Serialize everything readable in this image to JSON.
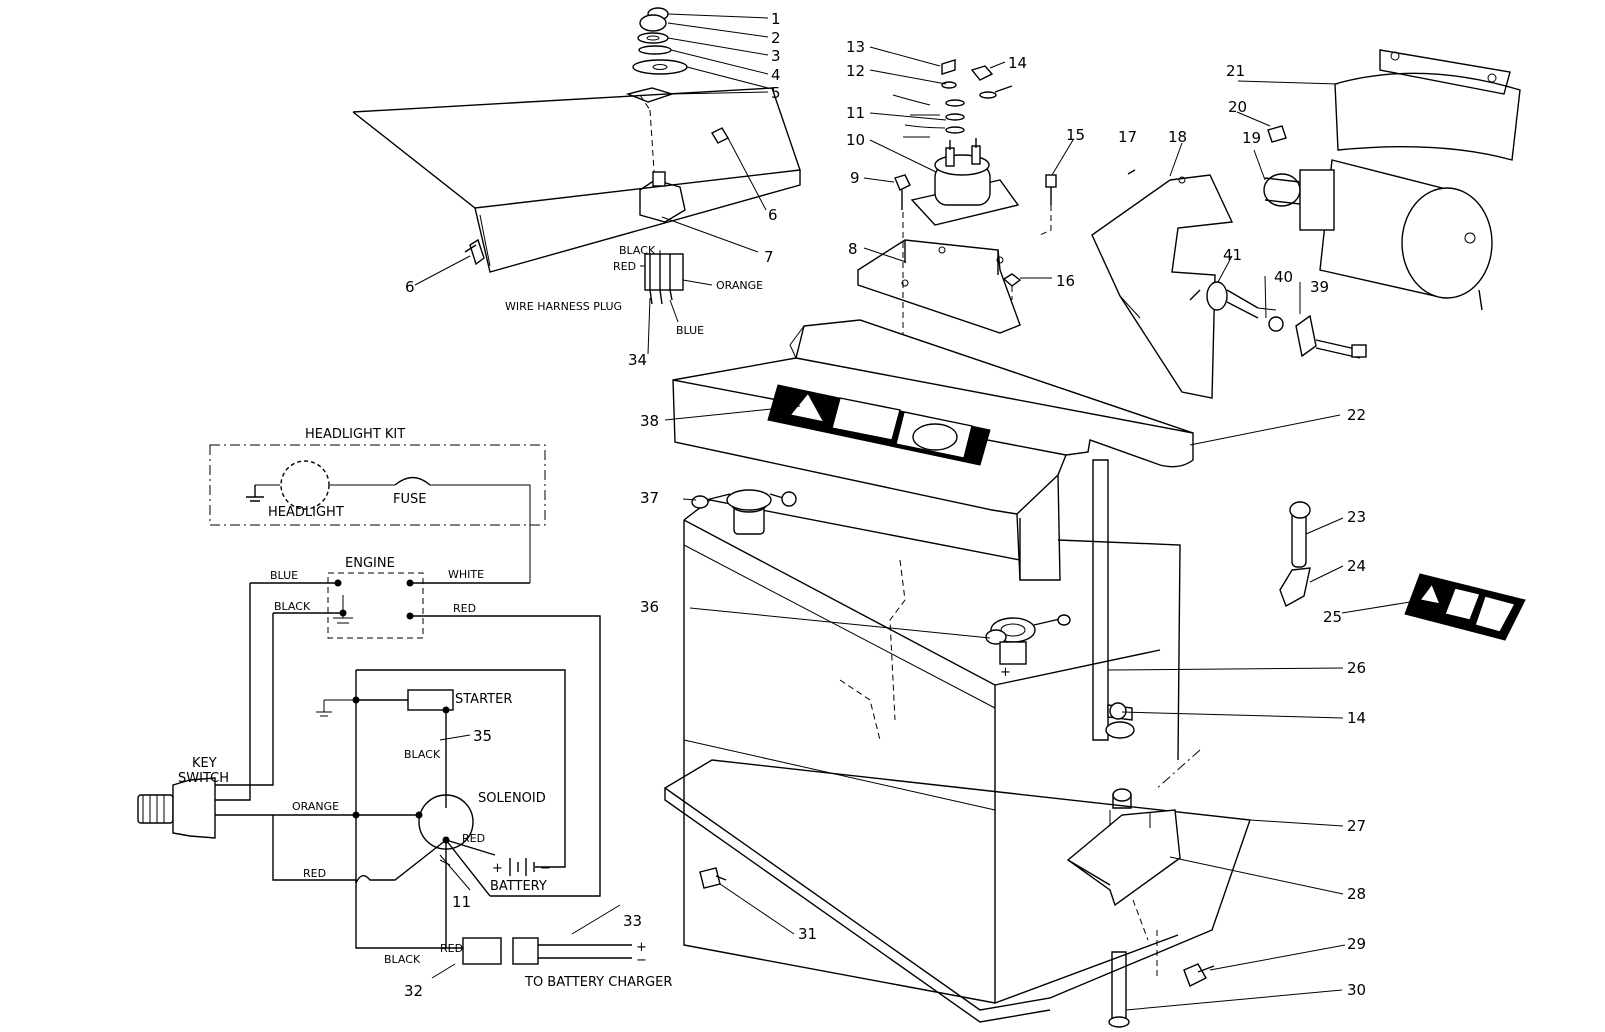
{
  "callouts": {
    "n1": "1",
    "n2": "2",
    "n3": "3",
    "n4": "4",
    "n5": "5",
    "n6a": "6",
    "n6b": "6",
    "n7": "7",
    "n8": "8",
    "n9": "9",
    "n10": "10",
    "n11": "11",
    "n12": "12",
    "n13": "13",
    "n14a": "14",
    "n14b": "14",
    "n15": "15",
    "n16": "16",
    "n17": "17",
    "n18": "18",
    "n19": "19",
    "n20": "20",
    "n21": "21",
    "n22": "22",
    "n23": "23",
    "n24": "24",
    "n25": "25",
    "n26": "26",
    "n27": "27",
    "n28": "28",
    "n29": "29",
    "n30": "30",
    "n31": "31",
    "n32": "32",
    "n33": "33",
    "n34": "34",
    "n35": "35",
    "n36": "36",
    "n37": "37",
    "n38": "38",
    "n39": "39",
    "n40": "40",
    "n41": "41",
    "n11s": "11"
  },
  "plug": {
    "black": "BLACK",
    "red": "RED",
    "orange": "ORANGE",
    "blue": "BLUE",
    "title": "WIRE HARNESS PLUG"
  },
  "schematic": {
    "headlight_kit": "HEADLIGHT KIT",
    "headlight": "HEADLIGHT",
    "fuse": "FUSE",
    "engine": "ENGINE",
    "blue": "BLUE",
    "white": "WHITE",
    "black": "BLACK",
    "red": "RED",
    "starter": "STARTER",
    "black2": "BLACK",
    "key": "KEY",
    "switch": "SWITCH",
    "orange": "ORANGE",
    "solenoid": "SOLENOID",
    "red_batt": "RED",
    "plus": "+",
    "minus": "−",
    "battery": "BATTERY",
    "red3": "RED",
    "black3": "BLACK",
    "red4": "RED",
    "charger": "TO BATTERY CHARGER",
    "charger_plus": "+",
    "charger_minus": "−",
    "battery_pos_mark": "+"
  }
}
